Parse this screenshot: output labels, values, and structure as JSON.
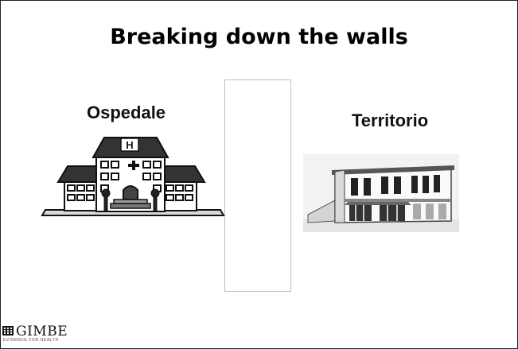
{
  "slide": {
    "title": "Breaking down the walls",
    "left_label": "Ospedale",
    "right_label": "Territorio",
    "hospital_sign": "H",
    "hospital_icon": "hospital-building-icon",
    "community_icon": "community-building-icon",
    "logo": {
      "name": "GIMBE",
      "tagline": "EVIDENCE FOR HEALTH"
    }
  }
}
